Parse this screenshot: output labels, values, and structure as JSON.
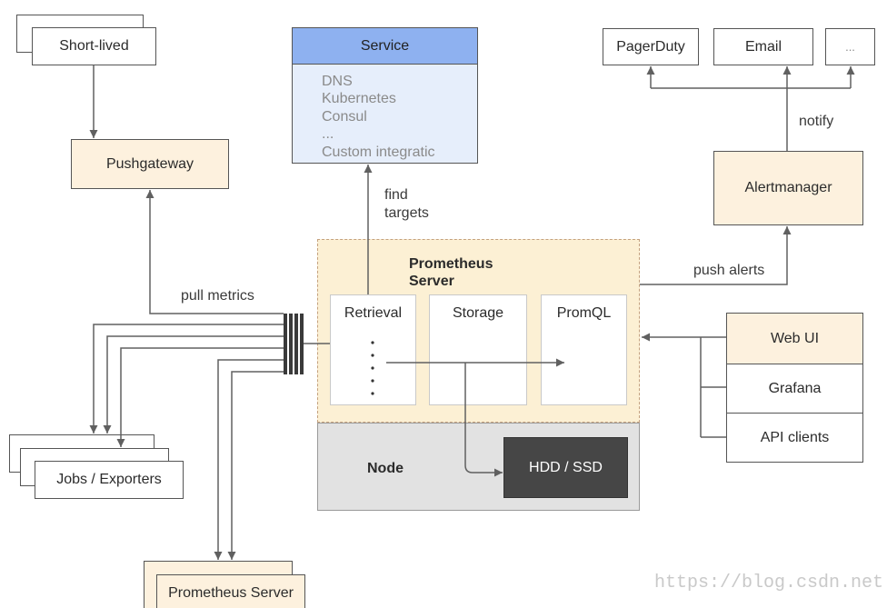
{
  "short_lived": {
    "label": "Short-lived"
  },
  "pushgateway": {
    "label": "Pushgateway"
  },
  "pull_metrics_label": "pull metrics",
  "service": {
    "title": "Service",
    "items": [
      "DNS",
      "Kubernetes",
      "Consul",
      "...",
      "Custom integratic"
    ]
  },
  "find_targets": {
    "line1": "find",
    "line2": "targets"
  },
  "notification_targets": [
    "PagerDuty",
    "Email",
    "..."
  ],
  "notify_label": "notify",
  "alertmanager": {
    "label": "Alertmanager"
  },
  "push_alerts_label": "push alerts",
  "prometheus_server": {
    "title_line1": "Prometheus",
    "title_line2": "Server",
    "components": [
      "Retrieval",
      "Storage",
      "PromQL"
    ]
  },
  "node": {
    "label": "Node",
    "storage": "HDD / SSD"
  },
  "clients": [
    "Web UI",
    "Grafana",
    "API clients"
  ],
  "jobs_exporters": {
    "label": "Jobs / Exporters"
  },
  "remote_prometheus_server": {
    "label": "Prometheus Server"
  },
  "watermark": "https://blog.csdn.net",
  "colors": {
    "beige": "#fdf1de",
    "border": "#555555",
    "service_header": "#8eb1f0",
    "service_body": "#e6eefb",
    "prometheus_fill": "#fcf0d4",
    "prometheus_border": "#c4a17e",
    "node_fill": "#e2e2e2",
    "node_border": "#9a9a9a",
    "disk": "#464646",
    "line": "#606060",
    "muted_text": "#8a8a8a",
    "watermark": "#c9c9c9"
  }
}
